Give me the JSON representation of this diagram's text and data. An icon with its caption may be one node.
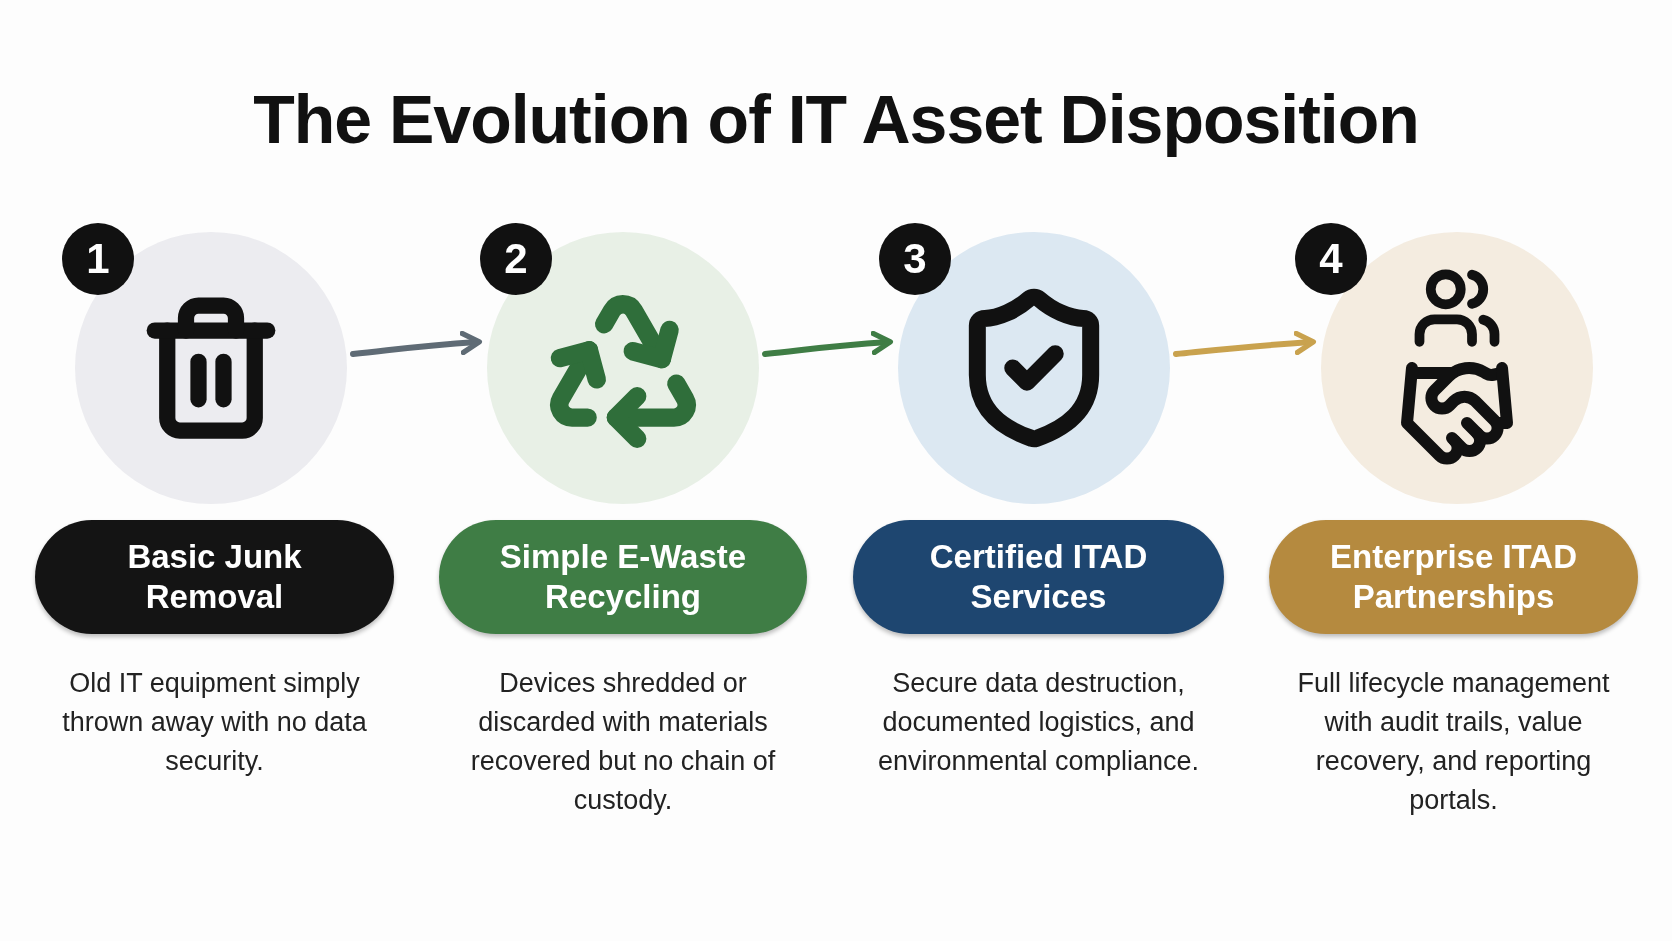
{
  "diagram": {
    "title": "The Evolution of IT Asset Disposition",
    "nodes": [
      {
        "text": [],
        "shape": "circle"
      },
      {
        "text": [],
        "shape": "circle"
      },
      {
        "text": [],
        "shape": "circle"
      },
      {
        "text": [],
        "shape": "circle"
      },
      {
        "text": [
          "Basic Junk Removal"
        ],
        "beside": [
          "Old IT equipment simply thrown away with no data security."
        ]
      },
      {
        "text": [
          "Simple E-Waste Recycling"
        ],
        "beside": [
          "Devices shredded or discarded with materials recovered but no chain of custody."
        ]
      },
      {
        "text": [
          "Certified ITAD Services"
        ],
        "beside": [
          "Secure data destruction, documented logistics, and environmental compliance."
        ]
      },
      {
        "text": [
          "Enterprise ITAD Partnerships"
        ],
        "beside": [
          "Full lifecycle management with audit trails, value recovery, and reporting portals."
        ]
      }
    ],
    "edges": [
      {
        "from": 0,
        "to": 1,
        "arrow": "to",
        "color": "#5f6b75"
      },
      {
        "from": 1,
        "to": 2,
        "arrow": "to",
        "color": "#3f7d45"
      },
      {
        "from": 2,
        "to": 3,
        "arrow": "to",
        "color": "#c9a24e"
      }
    ],
    "labels": [
      "1",
      "2",
      "3",
      "4"
    ]
  }
}
